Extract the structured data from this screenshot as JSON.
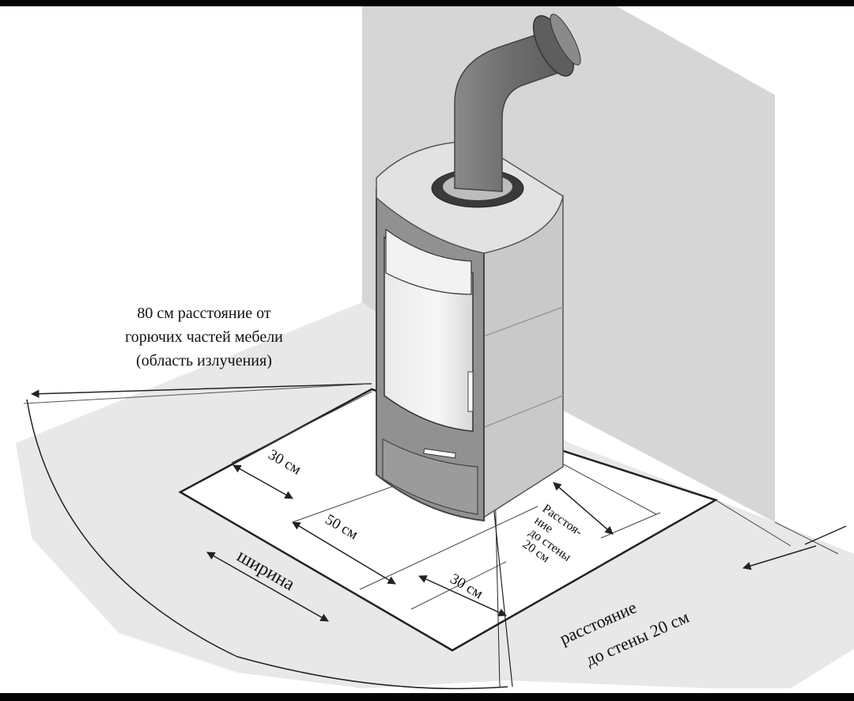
{
  "annotations": {
    "radiation_note": [
      "80 см расстояние от",
      "горючих частей мебели",
      "(область излучения)"
    ],
    "left_clearance": "30 см",
    "front_clearance": "50 см",
    "right_clearance": "30 см",
    "side_wall_distance": [
      "Расстоя-",
      "ние",
      "до стены",
      "20 см"
    ],
    "width_label": "ширина",
    "back_wall_distance": [
      "расстояние",
      "до стены 20 см"
    ]
  },
  "colors": {
    "wall": "#d6d6d6",
    "floor_zone": "#e6e6e6",
    "plate": "#ffffff",
    "stove_body": "#8f8f8f",
    "stove_side": "#c8c8c8",
    "pipe": "#7a7a7a",
    "line": "#222222"
  },
  "icons": {
    "stove": "wood-stove-illustration",
    "pipe": "flue-pipe-elbow"
  }
}
